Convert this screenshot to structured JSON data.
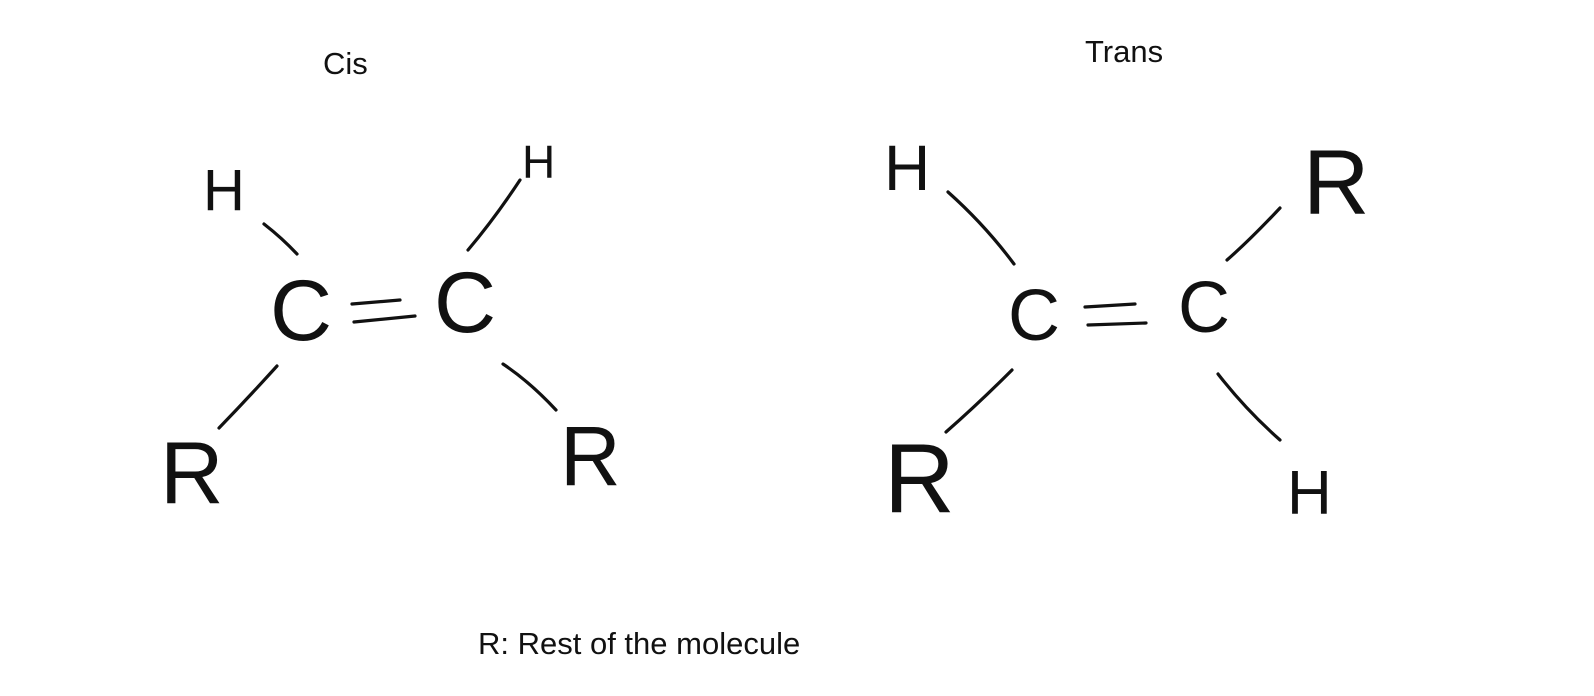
{
  "diagrams": {
    "cis": {
      "title": "Cis",
      "atoms": {
        "top_left": "H",
        "top_right": "H",
        "carbon_left": "C",
        "carbon_right": "C",
        "bottom_left": "R",
        "bottom_right": "R"
      }
    },
    "trans": {
      "title": "Trans",
      "atoms": {
        "top_left": "H",
        "top_right": "R",
        "carbon_left": "C",
        "carbon_right": "C",
        "bottom_left": "R",
        "bottom_right": "H"
      }
    }
  },
  "legend": "R: Rest of the molecule",
  "colors": {
    "ink": "#111111",
    "background": "#ffffff"
  }
}
